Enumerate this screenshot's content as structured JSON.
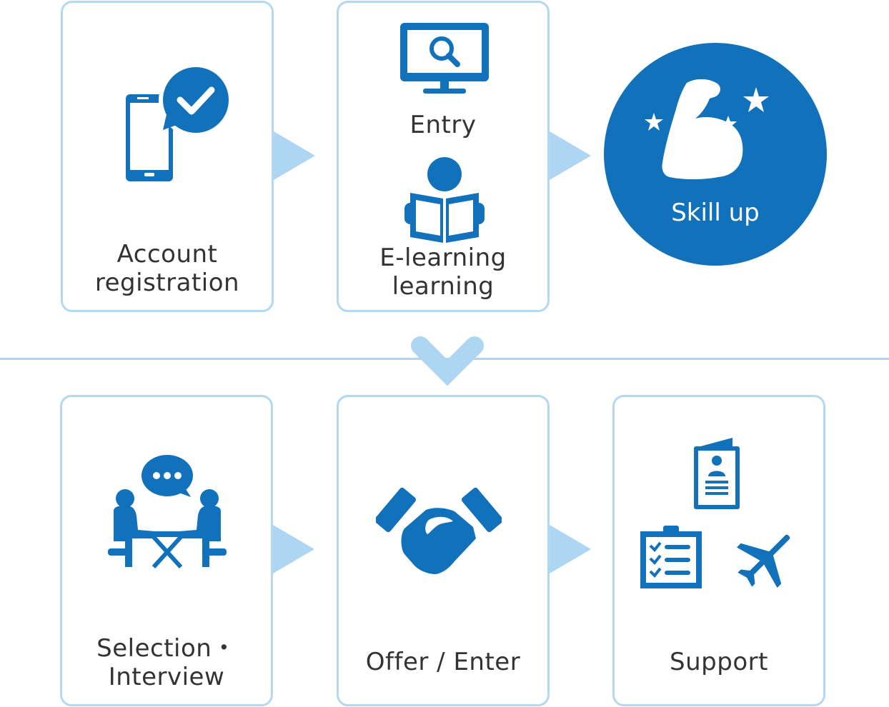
{
  "steps": {
    "account": {
      "label_line1": "Account",
      "label_line2": "registration",
      "icons": [
        "smartphone-icon",
        "check-bubble-icon"
      ]
    },
    "entry": {
      "label": "Entry",
      "icon": "monitor-search-icon"
    },
    "elearning": {
      "label_line1": "E-learning",
      "label_line2": "learning",
      "icon": "reading-person-icon"
    },
    "skillup": {
      "label": "Skill up",
      "icon": "flexed-arm-stars-icon"
    },
    "selection": {
      "label_line1": "Selection・",
      "label_line2": "Interview",
      "icon": "interview-table-icon"
    },
    "offer": {
      "label": "Offer / Enter",
      "icon": "handshake-icon"
    },
    "support": {
      "label": "Support",
      "icons": [
        "passport-icon",
        "checklist-icon",
        "airplane-icon"
      ]
    }
  },
  "colors": {
    "primary": "#1171ba",
    "light": "#aed6f3",
    "border": "#b3d8f2",
    "text": "#333333"
  }
}
